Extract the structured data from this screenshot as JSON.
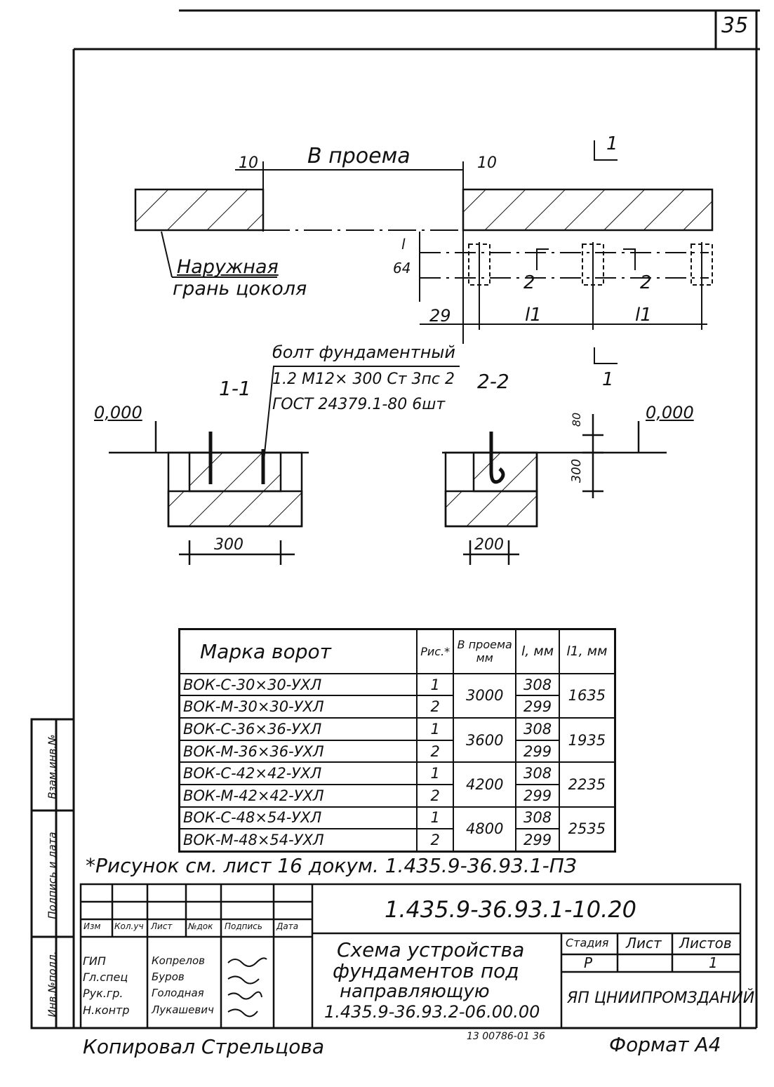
{
  "page_number": "35",
  "drawing": {
    "opening_label": "В проема",
    "gap_left": "10",
    "gap_right": "10",
    "outer_face_line1": "Наружная",
    "outer_face_line2": "грань цоколя",
    "dim_l": "l",
    "dim_64": "64",
    "dim_29": "29",
    "dim_l1_a": "l1",
    "dim_l1_b": "l1",
    "section_mark_top": "1",
    "section_mark_bottom": "1",
    "section_mark_2a": "2",
    "section_mark_2b": "2",
    "section_1_1": "1-1",
    "section_2_2": "2-2",
    "bolt_line1": "болт фундаментный",
    "bolt_line2": "1.2 М12× 300 Ст 3пс 2",
    "bolt_line3": "ГОСТ 24379.1-80 6шт",
    "level_left": "0,000",
    "level_right": "0,000",
    "dim_300": "300",
    "dim_200": "200",
    "dim_80": "80",
    "dim_300_v": "300"
  },
  "spec_table": {
    "headers": [
      "Марка ворот",
      "Рис.*",
      "В проема мм",
      "l, мм",
      "l1, мм"
    ],
    "rows": [
      {
        "mark": "ВОК-С-30×30-УХЛ",
        "fig": "1",
        "opening": "3000",
        "l": "308",
        "l1": "1635"
      },
      {
        "mark": "ВОК-М-30×30-УХЛ",
        "fig": "2",
        "opening": "",
        "l": "299",
        "l1": ""
      },
      {
        "mark": "ВОК-С-36×36-УХЛ",
        "fig": "1",
        "opening": "3600",
        "l": "308",
        "l1": "1935"
      },
      {
        "mark": "ВОК-М-36×36-УХЛ",
        "fig": "2",
        "opening": "",
        "l": "299",
        "l1": ""
      },
      {
        "mark": "ВОК-С-42×42-УХЛ",
        "fig": "1",
        "opening": "4200",
        "l": "308",
        "l1": "2235"
      },
      {
        "mark": "ВОК-М-42×42-УХЛ",
        "fig": "2",
        "opening": "",
        "l": "299",
        "l1": ""
      },
      {
        "mark": "ВОК-С-48×54-УХЛ",
        "fig": "1",
        "opening": "4800",
        "l": "308",
        "l1": "2535"
      },
      {
        "mark": "ВОК-М-48×54-УХЛ",
        "fig": "2",
        "opening": "",
        "l": "299",
        "l1": ""
      }
    ]
  },
  "footnote": "*Рисунок см. лист 16 докум. 1.435.9-36.93.1-ПЗ",
  "title_block": {
    "doc_code": "1.435.9-36.93.1-10.20",
    "header_cols": [
      "Изм",
      "Кол.уч",
      "Лист",
      "№док",
      "Подпись",
      "Дата"
    ],
    "roles": [
      "ГИП",
      "Гл.спец",
      "Рук.гр.",
      "Н.контр"
    ],
    "names": [
      "Копрелов",
      "Буров",
      "Голодная",
      "Лукашевич"
    ],
    "title_line1": "Схема устройства",
    "title_line2": "фундаментов под",
    "title_line3": "направляющую",
    "title_line4": "1.435.9-36.93.2-06.00.00",
    "stage_label": "Стадия",
    "sheet_label": "Лист",
    "sheets_label": "Листов",
    "stage_value": "Р",
    "sheets_value": "1",
    "org": "ЯП ЦНИИПРОМЗДАНИЙ"
  },
  "side_labels": [
    "Инв.№подл.",
    "Подпись и дата",
    "Взам.инв.№"
  ],
  "copied_by": "Копировал Стрельцова",
  "order_no": "13 00786-01 36",
  "format": "Формат А4"
}
